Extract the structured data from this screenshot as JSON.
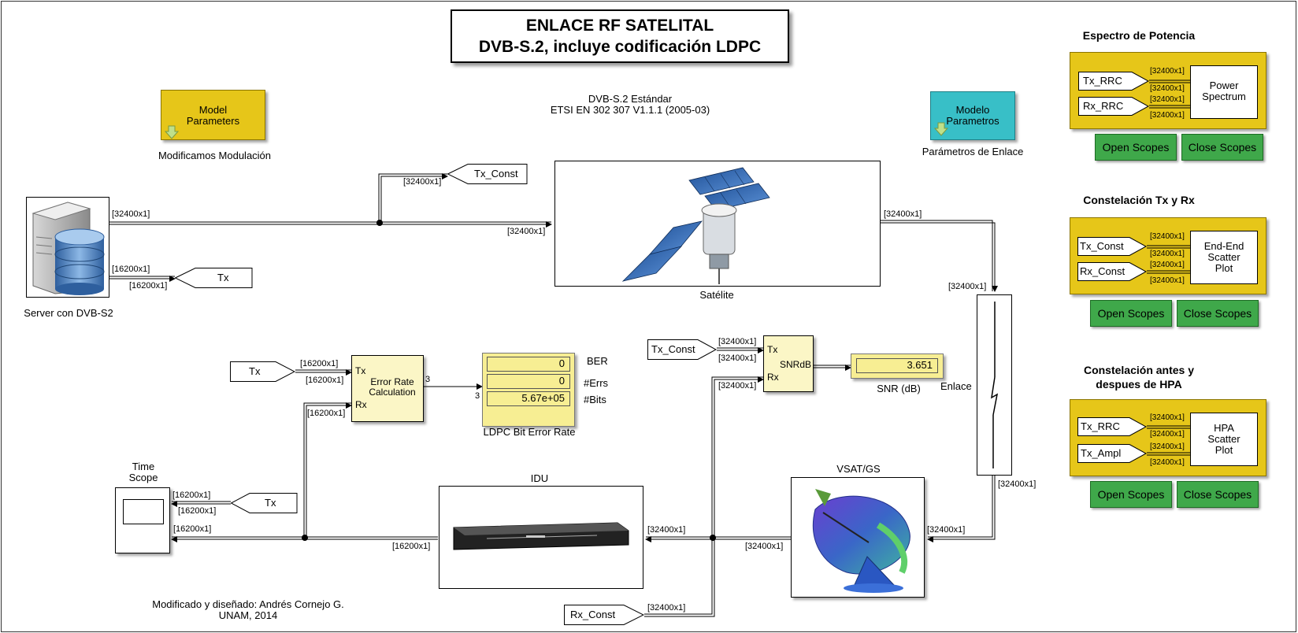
{
  "title": {
    "line1": "ENLACE RF SATELITAL",
    "line2": "DVB-S.2, incluye codificación LDPC"
  },
  "standard": {
    "line1": "DVB-S.2 Estándar",
    "line2": "ETSI EN 302 307 V1.1.1 (2005-03)"
  },
  "model_params": {
    "label_line1": "Model",
    "label_line2": "Parameters",
    "caption": "Modificamos Modulación"
  },
  "modelo_params": {
    "label_line1": "Modelo",
    "label_line2": "Parametros",
    "caption": "Parámetros de Enlace"
  },
  "server": {
    "caption": "Server con DVB-S2"
  },
  "satellite": {
    "caption": "Satélite"
  },
  "enlace": {
    "caption": "Enlace"
  },
  "vsat": {
    "caption": "VSAT/GS"
  },
  "idu": {
    "caption": "IDU"
  },
  "time_scope": {
    "line1": "Time",
    "line2": "Scope"
  },
  "error_rate": {
    "line1": "Error Rate",
    "line2": "Calculation",
    "port_tx": "Tx",
    "port_rx": "Rx",
    "out_port": "3"
  },
  "ber_display": {
    "values": [
      "0",
      "0",
      "5.67e+05"
    ],
    "labels": [
      "BER",
      "#Errs",
      "#Bits"
    ],
    "caption": "LDPC Bit Error Rate",
    "in_port": "3"
  },
  "snr_block": {
    "name": "SNRdB",
    "port_tx": "Tx",
    "port_rx": "Rx"
  },
  "snr_display": {
    "value": "3.651",
    "caption": "SNR (dB)"
  },
  "tags": {
    "tx_const_top": "Tx_Const",
    "tx_top": "Tx",
    "tx_error": "Tx",
    "tx_const_snr": "Tx_Const",
    "tx_scope": "Tx",
    "rx_const_bottom": "Rx_Const"
  },
  "signals": {
    "s32400": "[32400x1]",
    "s16200": "[16200x1]"
  },
  "panels": [
    {
      "title": "Espectro de Potencia",
      "in1": "Tx_RRC",
      "in2": "Rx_RRC",
      "block_line1": "Power",
      "block_line2": "Spectrum",
      "block_line3": ""
    },
    {
      "title": "Constelación Tx y Rx",
      "in1": "Tx_Const",
      "in2": "Rx_Const",
      "block_line1": "End-End",
      "block_line2": "Scatter",
      "block_line3": "Plot"
    },
    {
      "title": "Constelación antes y despues de HPA",
      "in1": "Tx_RRC",
      "in2": "Tx_Ampl",
      "block_line1": "HPA",
      "block_line2": "Scatter",
      "block_line3": "Plot"
    }
  ],
  "buttons": {
    "open_scopes": "Open Scopes",
    "close_scopes": "Close Scopes"
  },
  "credits": {
    "line1": "Modificado y diseñado: Andrés Cornejo G.",
    "line2": "UNAM, 2014"
  },
  "colors": {
    "yellow": "#e6c619",
    "cyan": "#38bfc7",
    "green": "#3fa84a",
    "pale_block": "#fbf6c6",
    "display": "#f7ee93"
  }
}
